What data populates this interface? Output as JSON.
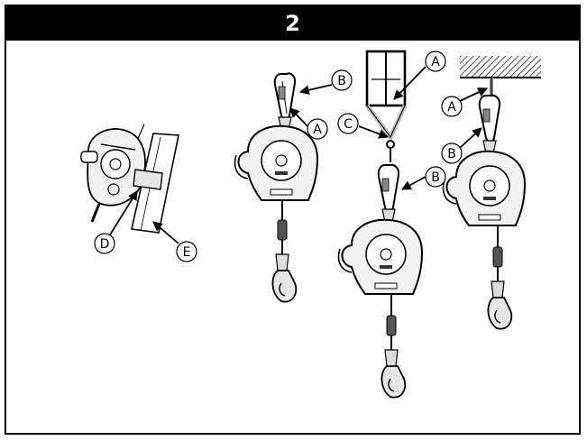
{
  "header": {
    "step_number": "2"
  },
  "callouts": {
    "a1": "A",
    "a2": "A",
    "a3": "A",
    "b1": "B",
    "b2": "B",
    "b3": "B",
    "c": "C",
    "d": "D",
    "e": "E"
  }
}
